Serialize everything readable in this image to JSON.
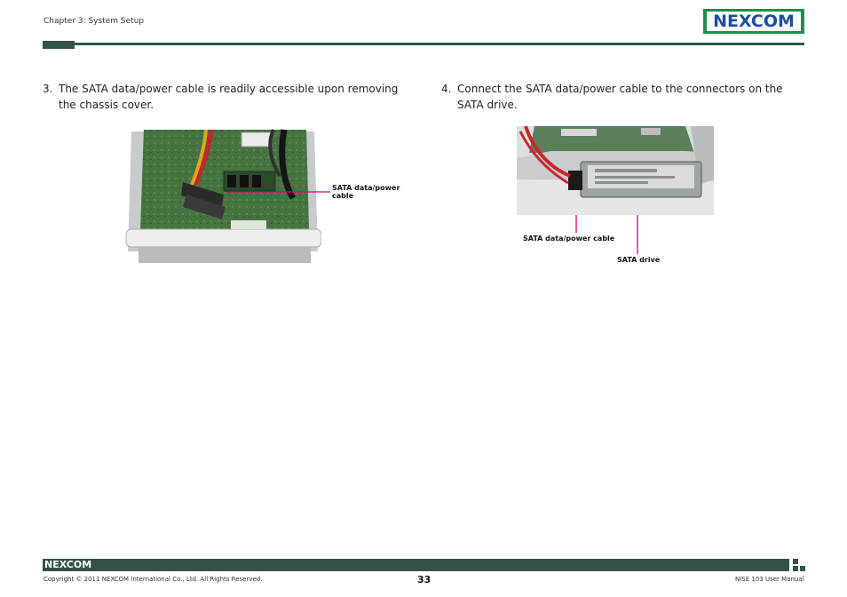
{
  "header": {
    "chapter": "Chapter 3: System Setup",
    "logo_text": "NEXCOM"
  },
  "steps": [
    {
      "number": "3.",
      "text": "The SATA data/power cable is readily accessible upon removing the chassis cover."
    },
    {
      "number": "4.",
      "text": "Connect the SATA data/power cable to the connectors on the SATA drive."
    }
  ],
  "figure1": {
    "callout_line1": "SATA data/power",
    "callout_line2": "cable"
  },
  "figure2": {
    "callout_cable": "SATA data/power cable",
    "callout_drive": "SATA drive"
  },
  "footer": {
    "logo_text": "NEXCOM",
    "copyright": "Copyright © 2011 NEXCOM International Co., Ltd. All Rights Reserved.",
    "page_number": "33",
    "manual": "NISE 103 User Manual"
  },
  "colors": {
    "brand_green": "#17924a",
    "brand_blue": "#1d4fa0",
    "rule": "#33524a",
    "callout": "#d6007e"
  }
}
